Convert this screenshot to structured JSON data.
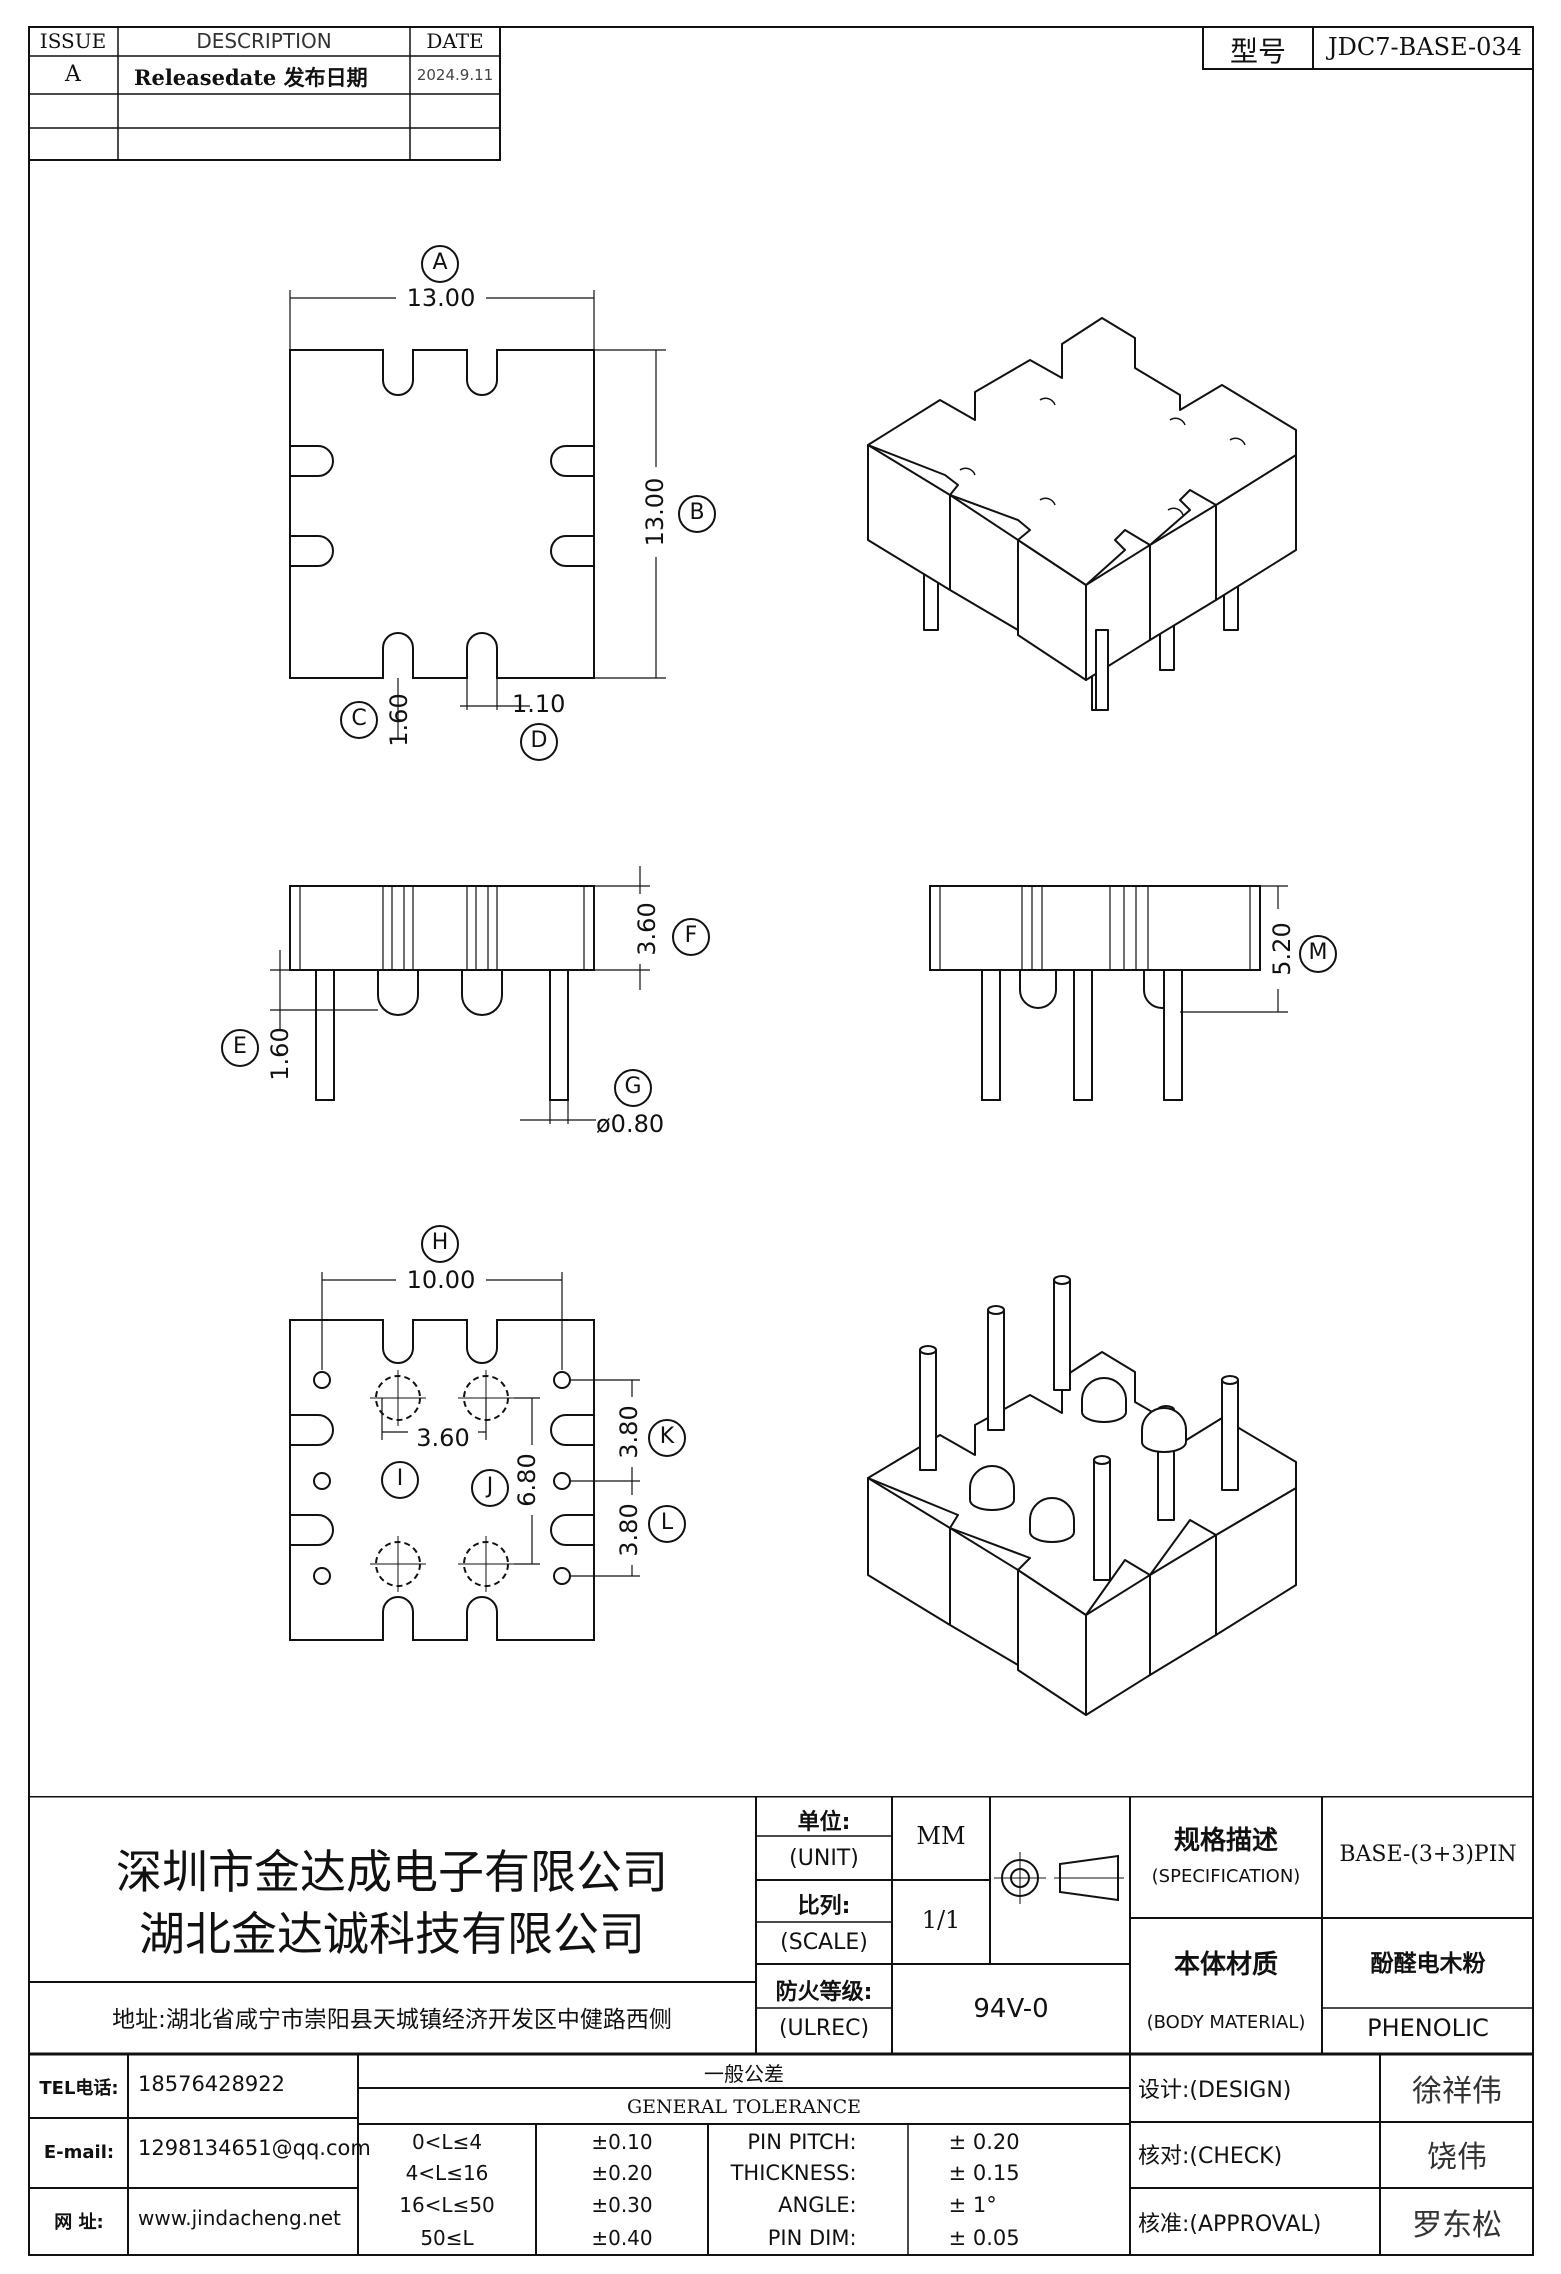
{
  "revision": {
    "headers": {
      "issue": "ISSUE",
      "description": "DESCRIPTION",
      "date": "DATE"
    },
    "rows": [
      {
        "issue": "A",
        "description": "Releasedate 发布日期",
        "date": "2024.9.11"
      }
    ]
  },
  "model": {
    "label": "型号",
    "value": "JDC7-BASE-034"
  },
  "dims": {
    "A": "A",
    "A_val": "13.00",
    "B": "B",
    "B_val": "13.00",
    "C": "C",
    "C_val": "1.60",
    "D": "D",
    "D_val": "1.10",
    "E": "E",
    "E_val": "1.60",
    "F": "F",
    "F_val": "3.60",
    "G": "G",
    "G_val": "ø0.80",
    "M": "M",
    "M_val": "5.20",
    "H": "H",
    "H_val": "10.00",
    "I": "I",
    "I_val": "3.60",
    "J": "J",
    "J_val": "6.80",
    "K": "K",
    "K_val": "3.80",
    "L": "L",
    "L_val": "3.80"
  },
  "company": {
    "name1": "深圳市金达成电子有限公司",
    "name2": "湖北金达诚科技有限公司",
    "address": "地址:湖北省咸宁市崇阳县天城镇经济开发区中健路西侧"
  },
  "meta": {
    "unit_cn": "单位:",
    "unit_en": "(UNIT)",
    "unit_val": "MM",
    "scale_cn": "比列:",
    "scale_en": "(SCALE)",
    "scale_val": "1/1",
    "ul_cn": "防火等级:",
    "ul_en": "(ULREC)",
    "ul_val": "94V-0",
    "spec_cn": "规格描述",
    "spec_en": "(SPECIFICATION)",
    "spec_val": "BASE-(3+3)PIN",
    "material_cn": "本体材质",
    "material_en": "(BODY MATERIAL)",
    "material_val_cn": "酚醛电木粉",
    "material_val_en": "PHENOLIC"
  },
  "contact": {
    "tel_label": "TEL电话:",
    "tel": "18576428922",
    "email_label": "E-mail:",
    "email": "1298134651@qq.com",
    "web_label": "网  址:",
    "web": "www.jindacheng.net"
  },
  "tolerance": {
    "title_cn": "一般公差",
    "title_en": "GENERAL TOLERANCE",
    "ranges": [
      {
        "range": "0<L≤4",
        "tol": "±0.10"
      },
      {
        "range": "4<L≤16",
        "tol": "±0.20"
      },
      {
        "range": "16<L≤50",
        "tol": "±0.30"
      },
      {
        "range": "50≤L",
        "tol": "±0.40"
      }
    ],
    "specs": [
      {
        "label": "PIN PITCH:",
        "val": "± 0.20"
      },
      {
        "label": "THICKNESS:",
        "val": "± 0.15"
      },
      {
        "label": "ANGLE:",
        "val": "± 1°"
      },
      {
        "label": "PIN DIM:",
        "val": "± 0.05"
      }
    ]
  },
  "signoff": {
    "design_label": "设计:(DESIGN)",
    "design": "徐祥伟",
    "check_label": "核对:(CHECK)",
    "check": "饶伟",
    "approval_label": "核准:(APPROVAL)",
    "approval": "罗东松"
  }
}
